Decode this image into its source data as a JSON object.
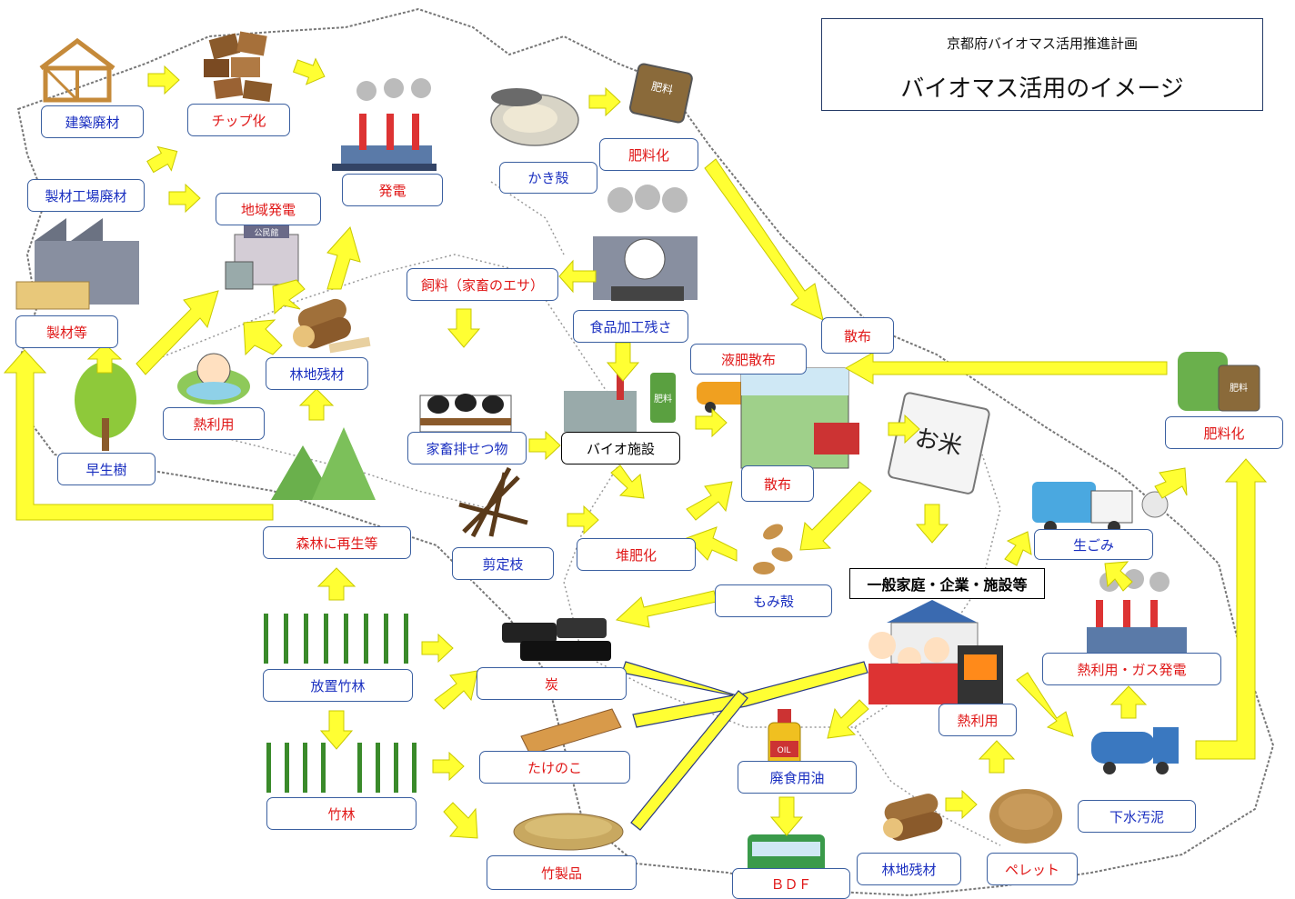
{
  "header": {
    "subtitle": "京都府バイオマス活用推進計画",
    "title": "バイオマス活用のイメージ"
  },
  "colors": {
    "arrow_fill": "#ffff33",
    "box_border": "#3a5fa0",
    "blue_text": "#1a2fc0",
    "red_text": "#e01818"
  },
  "labels": {
    "kenchiku": "建築廃材",
    "chip": "チップ化",
    "seizai_kojo": "製材工場廃材",
    "chiiki_hatsuden": "地域発電",
    "hatsuden": "発電",
    "kakigara": "かき殻",
    "hiryoka_top": "肥料化",
    "seizai": "製材等",
    "shiryo": "飼料（家畜のエサ）",
    "shokuhin": "食品加工残さ",
    "rinchi_top": "林地残材",
    "sanpu_top": "散布",
    "ekihi": "液肥散布",
    "netsu_left": "熱利用",
    "kachiku": "家畜排せつ物",
    "bio": "バイオ施設",
    "wase": "早生樹",
    "sanpu_mid": "散布",
    "hiryoka_right": "肥料化",
    "shinrin": "森林に再生等",
    "sentei": "剪定枝",
    "taihi": "堆肥化",
    "namagomi": "生ごみ",
    "momigara": "もみ殻",
    "ippan": "一般家庭・企業・施設等",
    "hochi": "放置竹林",
    "sumi": "炭",
    "netsu_gas": "熱利用・ガス発電",
    "netsu_home": "熱利用",
    "takenoko": "たけのこ",
    "haishoku": "廃食用油",
    "chikurin": "竹林",
    "gesui": "下水汚泥",
    "takeseihin": "竹製品",
    "bdf": "ＢＤＦ",
    "rinchi_bottom": "林地残材",
    "pellet": "ペレット"
  },
  "icons": {
    "rice_bag_text": "お米",
    "fertilizer_text": "肥料",
    "hall_text": "公民館",
    "oil_text": "OIL"
  }
}
